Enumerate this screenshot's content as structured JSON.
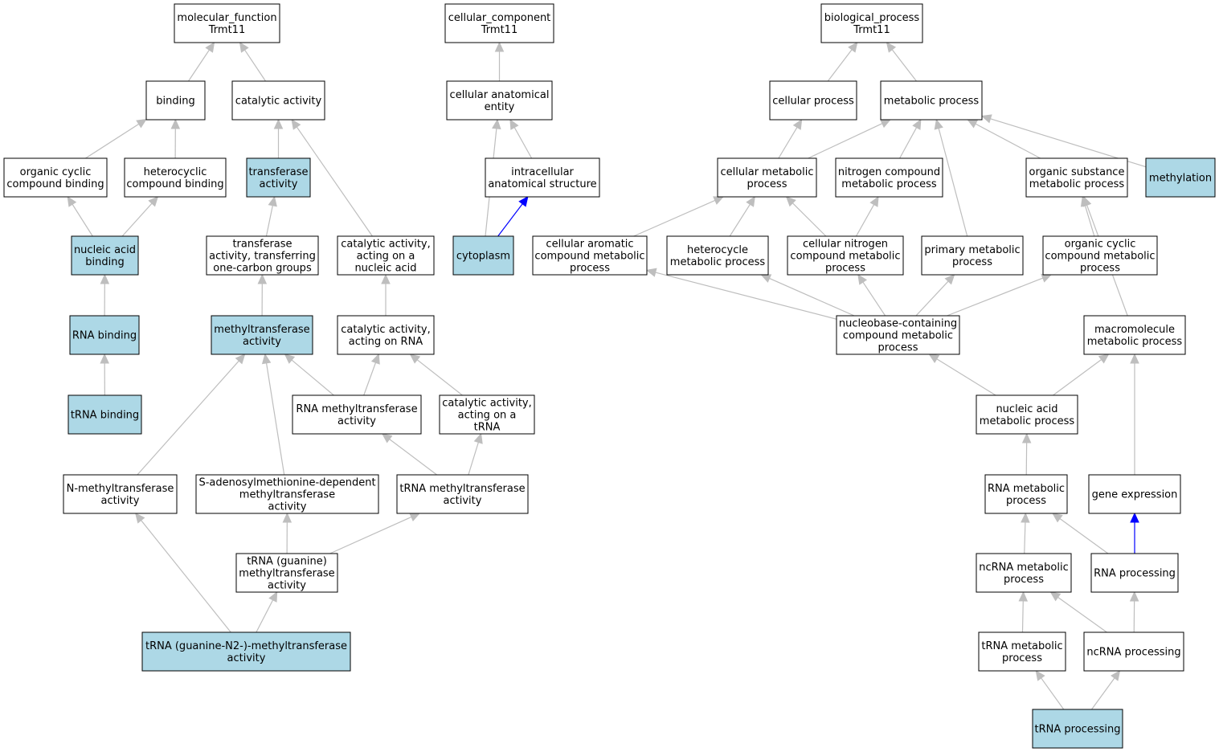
{
  "colors": {
    "highlight_fill": "#add8e6",
    "plain_fill": "#ffffff",
    "is_a_edge": "#bebebe",
    "part_of_edge": "#0000ff"
  },
  "nodes": [
    {
      "id": "mf",
      "lines": [
        "molecular_function",
        "Trmt11"
      ],
      "hl": false
    },
    {
      "id": "binding",
      "lines": [
        "binding"
      ],
      "hl": false
    },
    {
      "id": "catact",
      "lines": [
        "catalytic activity"
      ],
      "hl": false
    },
    {
      "id": "ocb",
      "lines": [
        "organic cyclic",
        "compound binding"
      ],
      "hl": false
    },
    {
      "id": "hcb",
      "lines": [
        "heterocyclic",
        "compound binding"
      ],
      "hl": false
    },
    {
      "id": "transact",
      "lines": [
        "transferase",
        "activity"
      ],
      "hl": true
    },
    {
      "id": "nab",
      "lines": [
        "nucleic acid",
        "binding"
      ],
      "hl": true
    },
    {
      "id": "tocg",
      "lines": [
        "transferase",
        "activity, transferring",
        "one-carbon groups"
      ],
      "hl": false
    },
    {
      "id": "canuc",
      "lines": [
        "catalytic activity,",
        "acting on a",
        "nucleic acid"
      ],
      "hl": false
    },
    {
      "id": "rnab",
      "lines": [
        "RNA binding"
      ],
      "hl": true
    },
    {
      "id": "mtase",
      "lines": [
        "methyltransferase",
        "activity"
      ],
      "hl": true
    },
    {
      "id": "carna",
      "lines": [
        "catalytic activity,",
        "acting on RNA"
      ],
      "hl": false
    },
    {
      "id": "trnab",
      "lines": [
        "tRNA binding"
      ],
      "hl": true
    },
    {
      "id": "rnamt",
      "lines": [
        "RNA methyltransferase",
        "activity"
      ],
      "hl": false
    },
    {
      "id": "catrna",
      "lines": [
        "catalytic activity,",
        "acting on a",
        "tRNA"
      ],
      "hl": false
    },
    {
      "id": "nmt",
      "lines": [
        "N-methyltransferase",
        "activity"
      ],
      "hl": false
    },
    {
      "id": "samt",
      "lines": [
        "S-adenosylmethionine-dependent",
        "methyltransferase",
        "activity"
      ],
      "hl": false
    },
    {
      "id": "trnamt",
      "lines": [
        "tRNA methyltransferase",
        "activity"
      ],
      "hl": false
    },
    {
      "id": "tgmt",
      "lines": [
        "tRNA (guanine)",
        "methyltransferase",
        "activity"
      ],
      "hl": false
    },
    {
      "id": "tgn2",
      "lines": [
        "tRNA (guanine-N2-)-methyltransferase",
        "activity"
      ],
      "hl": true
    },
    {
      "id": "cc",
      "lines": [
        "cellular_component",
        "Trmt11"
      ],
      "hl": false
    },
    {
      "id": "cae",
      "lines": [
        "cellular anatomical",
        "entity"
      ],
      "hl": false
    },
    {
      "id": "ias",
      "lines": [
        "intracellular",
        "anatomical structure"
      ],
      "hl": false
    },
    {
      "id": "cyto",
      "lines": [
        "cytoplasm"
      ],
      "hl": true
    },
    {
      "id": "bp",
      "lines": [
        "biological_process",
        "Trmt11"
      ],
      "hl": false
    },
    {
      "id": "cp",
      "lines": [
        "cellular process"
      ],
      "hl": false
    },
    {
      "id": "mp",
      "lines": [
        "metabolic process"
      ],
      "hl": false
    },
    {
      "id": "cmp",
      "lines": [
        "cellular metabolic",
        "process"
      ],
      "hl": false
    },
    {
      "id": "ncmp",
      "lines": [
        "nitrogen compound",
        "metabolic process"
      ],
      "hl": false
    },
    {
      "id": "osmp",
      "lines": [
        "organic substance",
        "metabolic process"
      ],
      "hl": false
    },
    {
      "id": "meth",
      "lines": [
        "methylation"
      ],
      "hl": true
    },
    {
      "id": "cacmp",
      "lines": [
        "cellular aromatic",
        "compound metabolic",
        "process"
      ],
      "hl": false
    },
    {
      "id": "hmp",
      "lines": [
        "heterocycle",
        "metabolic process"
      ],
      "hl": false
    },
    {
      "id": "cncmp",
      "lines": [
        "cellular nitrogen",
        "compound metabolic",
        "process"
      ],
      "hl": false
    },
    {
      "id": "pmp",
      "lines": [
        "primary metabolic",
        "process"
      ],
      "hl": false
    },
    {
      "id": "occmp",
      "lines": [
        "organic cyclic",
        "compound metabolic",
        "process"
      ],
      "hl": false
    },
    {
      "id": "nbcmp",
      "lines": [
        "nucleobase-containing",
        "compound metabolic",
        "process"
      ],
      "hl": false
    },
    {
      "id": "macmp",
      "lines": [
        "macromolecule",
        "metabolic process"
      ],
      "hl": false
    },
    {
      "id": "namp",
      "lines": [
        "nucleic acid",
        "metabolic process"
      ],
      "hl": false
    },
    {
      "id": "rnamp",
      "lines": [
        "RNA metabolic",
        "process"
      ],
      "hl": false
    },
    {
      "id": "ge",
      "lines": [
        "gene expression"
      ],
      "hl": false
    },
    {
      "id": "ncrnamp",
      "lines": [
        "ncRNA metabolic",
        "process"
      ],
      "hl": false
    },
    {
      "id": "rnap",
      "lines": [
        "RNA processing"
      ],
      "hl": false
    },
    {
      "id": "trnamp",
      "lines": [
        "tRNA metabolic",
        "process"
      ],
      "hl": false
    },
    {
      "id": "ncrnap",
      "lines": [
        "ncRNA processing"
      ],
      "hl": false
    },
    {
      "id": "trnap",
      "lines": [
        "tRNA processing"
      ],
      "hl": true
    }
  ],
  "edges": [
    {
      "from": "binding",
      "to": "mf",
      "rel": "is_a"
    },
    {
      "from": "catact",
      "to": "mf",
      "rel": "is_a"
    },
    {
      "from": "ocb",
      "to": "binding",
      "rel": "is_a"
    },
    {
      "from": "hcb",
      "to": "binding",
      "rel": "is_a"
    },
    {
      "from": "transact",
      "to": "catact",
      "rel": "is_a"
    },
    {
      "from": "canuc",
      "to": "catact",
      "rel": "is_a"
    },
    {
      "from": "nab",
      "to": "ocb",
      "rel": "is_a"
    },
    {
      "from": "nab",
      "to": "hcb",
      "rel": "is_a"
    },
    {
      "from": "tocg",
      "to": "transact",
      "rel": "is_a"
    },
    {
      "from": "rnab",
      "to": "nab",
      "rel": "is_a"
    },
    {
      "from": "mtase",
      "to": "tocg",
      "rel": "is_a"
    },
    {
      "from": "carna",
      "to": "canuc",
      "rel": "is_a"
    },
    {
      "from": "trnab",
      "to": "rnab",
      "rel": "is_a"
    },
    {
      "from": "rnamt",
      "to": "mtase",
      "rel": "is_a"
    },
    {
      "from": "rnamt",
      "to": "carna",
      "rel": "is_a"
    },
    {
      "from": "catrna",
      "to": "carna",
      "rel": "is_a"
    },
    {
      "from": "nmt",
      "to": "mtase",
      "rel": "is_a"
    },
    {
      "from": "samt",
      "to": "mtase",
      "rel": "is_a"
    },
    {
      "from": "trnamt",
      "to": "rnamt",
      "rel": "is_a"
    },
    {
      "from": "trnamt",
      "to": "catrna",
      "rel": "is_a"
    },
    {
      "from": "tgmt",
      "to": "samt",
      "rel": "is_a"
    },
    {
      "from": "tgmt",
      "to": "trnamt",
      "rel": "is_a"
    },
    {
      "from": "tgn2",
      "to": "nmt",
      "rel": "is_a"
    },
    {
      "from": "tgn2",
      "to": "tgmt",
      "rel": "is_a"
    },
    {
      "from": "cae",
      "to": "cc",
      "rel": "is_a"
    },
    {
      "from": "ias",
      "to": "cae",
      "rel": "is_a"
    },
    {
      "from": "cyto",
      "to": "cae",
      "rel": "is_a"
    },
    {
      "from": "cyto",
      "to": "ias",
      "rel": "part_of"
    },
    {
      "from": "cp",
      "to": "bp",
      "rel": "is_a"
    },
    {
      "from": "mp",
      "to": "bp",
      "rel": "is_a"
    },
    {
      "from": "cmp",
      "to": "cp",
      "rel": "is_a"
    },
    {
      "from": "cmp",
      "to": "mp",
      "rel": "is_a"
    },
    {
      "from": "ncmp",
      "to": "mp",
      "rel": "is_a"
    },
    {
      "from": "osmp",
      "to": "mp",
      "rel": "is_a"
    },
    {
      "from": "meth",
      "to": "mp",
      "rel": "is_a"
    },
    {
      "from": "pmp",
      "to": "mp",
      "rel": "is_a"
    },
    {
      "from": "cacmp",
      "to": "cmp",
      "rel": "is_a"
    },
    {
      "from": "hmp",
      "to": "cmp",
      "rel": "is_a"
    },
    {
      "from": "cncmp",
      "to": "cmp",
      "rel": "is_a"
    },
    {
      "from": "cncmp",
      "to": "ncmp",
      "rel": "is_a"
    },
    {
      "from": "occmp",
      "to": "osmp",
      "rel": "is_a"
    },
    {
      "from": "macmp",
      "to": "osmp",
      "rel": "is_a"
    },
    {
      "from": "nbcmp",
      "to": "cacmp",
      "rel": "is_a"
    },
    {
      "from": "nbcmp",
      "to": "hmp",
      "rel": "is_a"
    },
    {
      "from": "nbcmp",
      "to": "cncmp",
      "rel": "is_a"
    },
    {
      "from": "nbcmp",
      "to": "pmp",
      "rel": "is_a"
    },
    {
      "from": "nbcmp",
      "to": "occmp",
      "rel": "is_a"
    },
    {
      "from": "namp",
      "to": "nbcmp",
      "rel": "is_a"
    },
    {
      "from": "namp",
      "to": "macmp",
      "rel": "is_a"
    },
    {
      "from": "rnamp",
      "to": "namp",
      "rel": "is_a"
    },
    {
      "from": "ge",
      "to": "macmp",
      "rel": "is_a"
    },
    {
      "from": "ncrnamp",
      "to": "rnamp",
      "rel": "is_a"
    },
    {
      "from": "rnap",
      "to": "rnamp",
      "rel": "is_a"
    },
    {
      "from": "rnap",
      "to": "ge",
      "rel": "part_of"
    },
    {
      "from": "trnamp",
      "to": "ncrnamp",
      "rel": "is_a"
    },
    {
      "from": "ncrnap",
      "to": "ncrnamp",
      "rel": "is_a"
    },
    {
      "from": "ncrnap",
      "to": "rnap",
      "rel": "is_a"
    },
    {
      "from": "trnap",
      "to": "trnamp",
      "rel": "is_a"
    },
    {
      "from": "trnap",
      "to": "ncrnap",
      "rel": "is_a"
    }
  ]
}
